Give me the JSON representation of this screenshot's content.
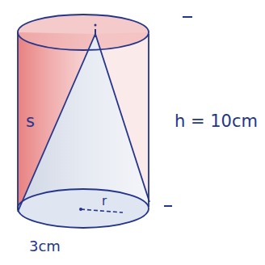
{
  "diagram": {
    "labels": [
      "s",
      "r",
      "h = 10cm",
      "3cm"
    ]
  }
}
